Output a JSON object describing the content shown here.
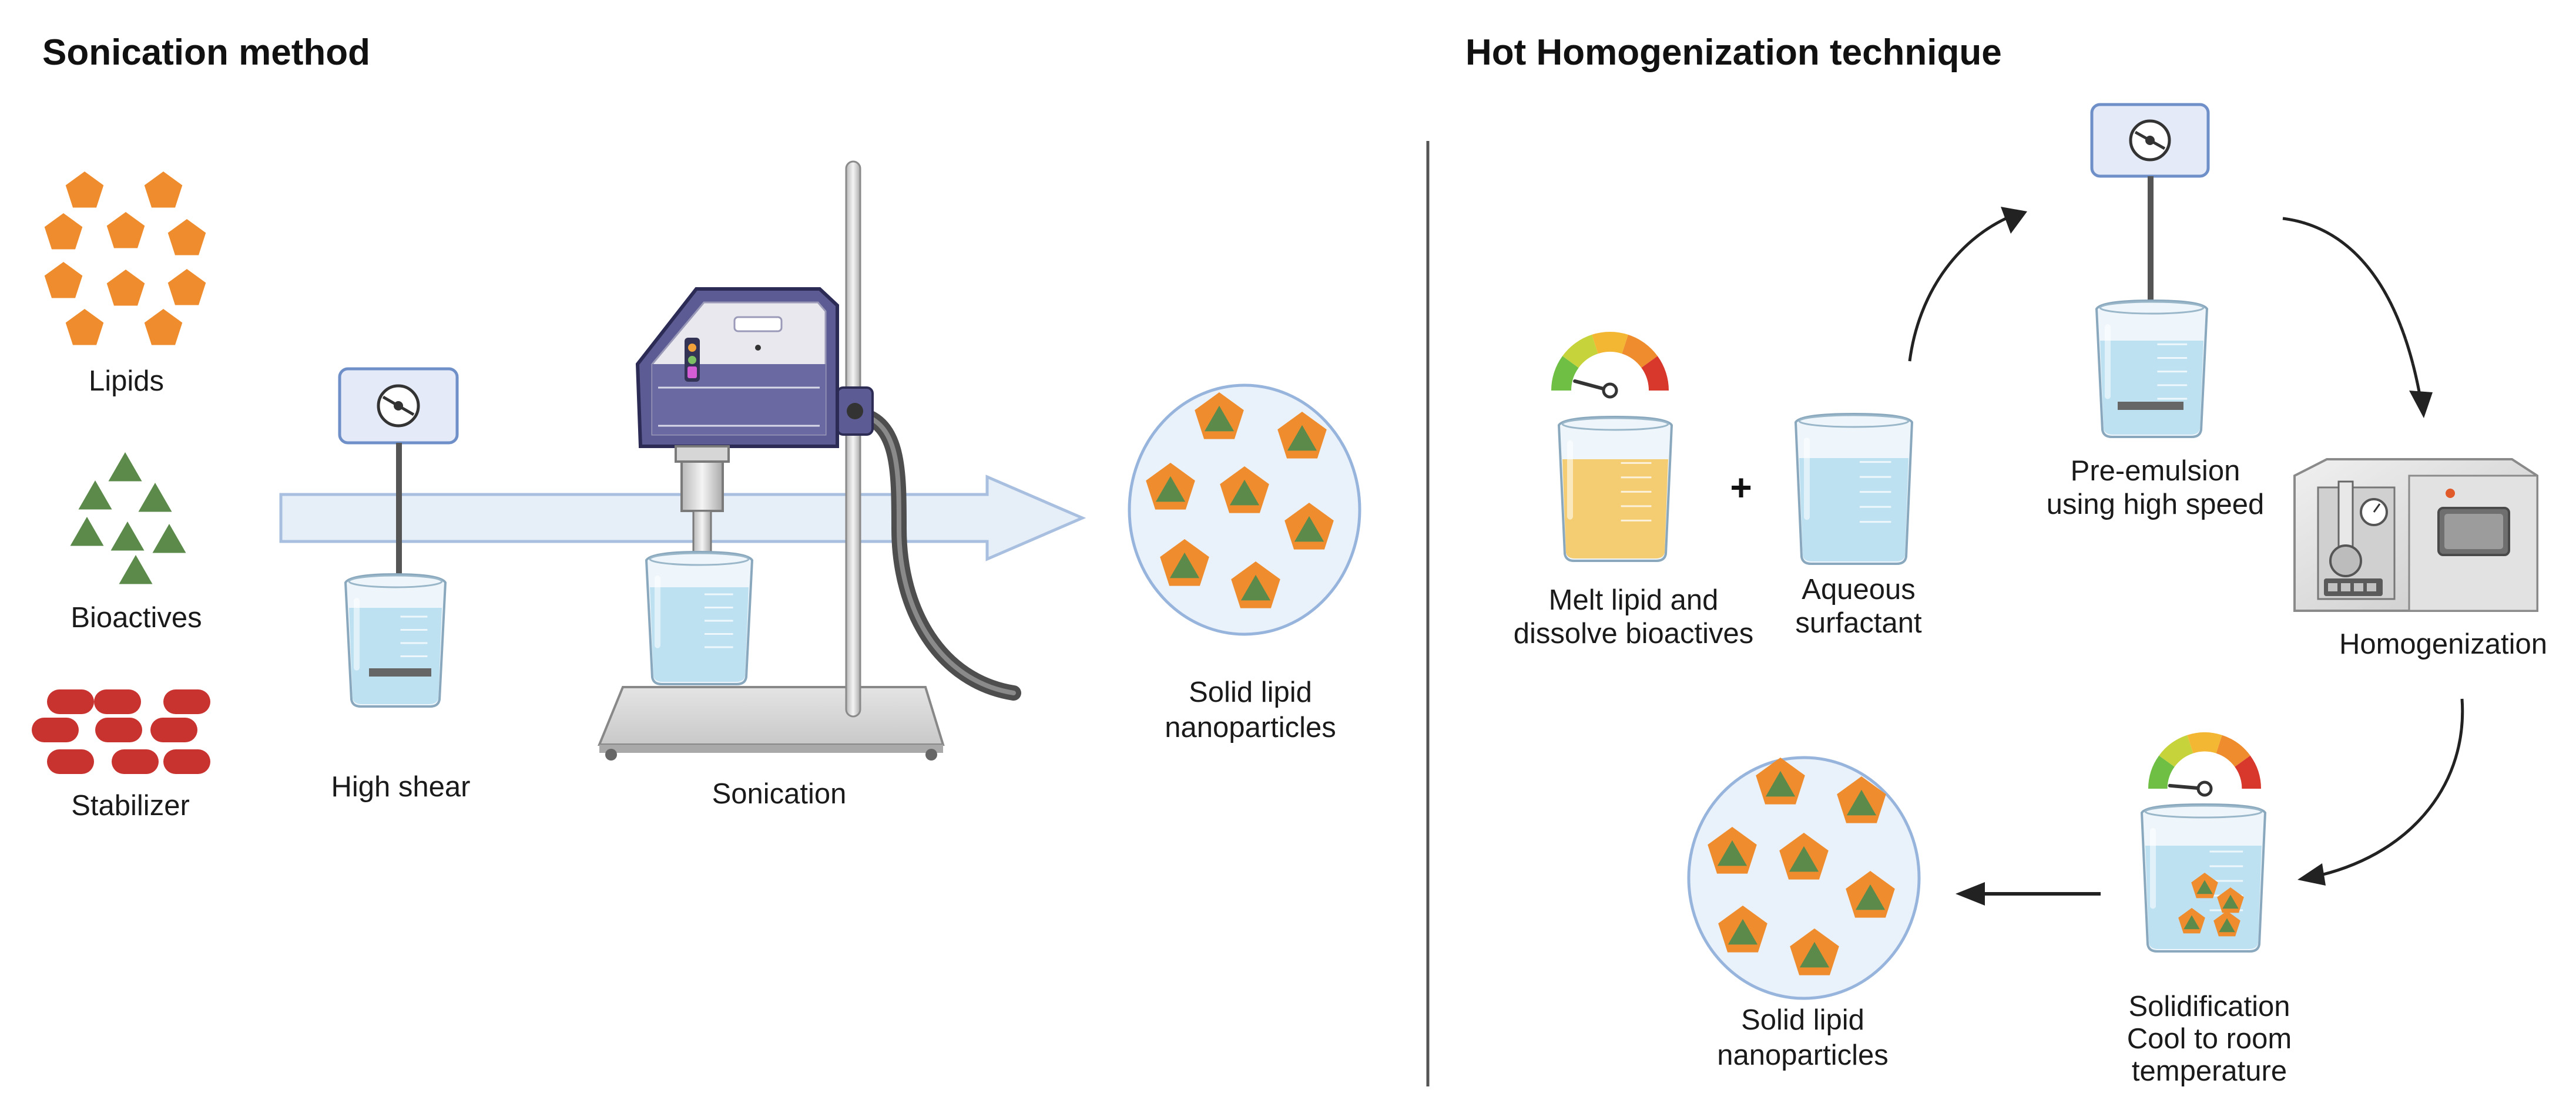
{
  "sonication": {
    "title": "Sonication method",
    "ingredients": [
      "Lipids",
      "Bioactives",
      "Stabilizer"
    ],
    "steps": [
      "High shear",
      "Sonication"
    ],
    "product_line1": "Solid lipid",
    "product_line2": "nanoparticles"
  },
  "hot_homogenization": {
    "title": "Hot Homogenization technique",
    "melt_line1": "Melt lipid and",
    "melt_line2": "dissolve bioactives",
    "plus": "+",
    "aqueous_line1": "Aqueous",
    "aqueous_line2": "surfactant",
    "pre_line1": "Pre-emulsion",
    "pre_line2": "using high speed",
    "homogenization": "Homogenization",
    "solid_line1": "Solidification",
    "solid_line2": "Cool to room",
    "solid_line3": "temperature",
    "product_line1": "Solid lipid",
    "product_line2": "nanoparticles"
  },
  "colors": {
    "lipid": "#ef8d2e",
    "bioactive": "#5b8a4b",
    "stabilizer": "#c8322f",
    "liquid": "#b9dff0",
    "device": "#5c5b93"
  }
}
